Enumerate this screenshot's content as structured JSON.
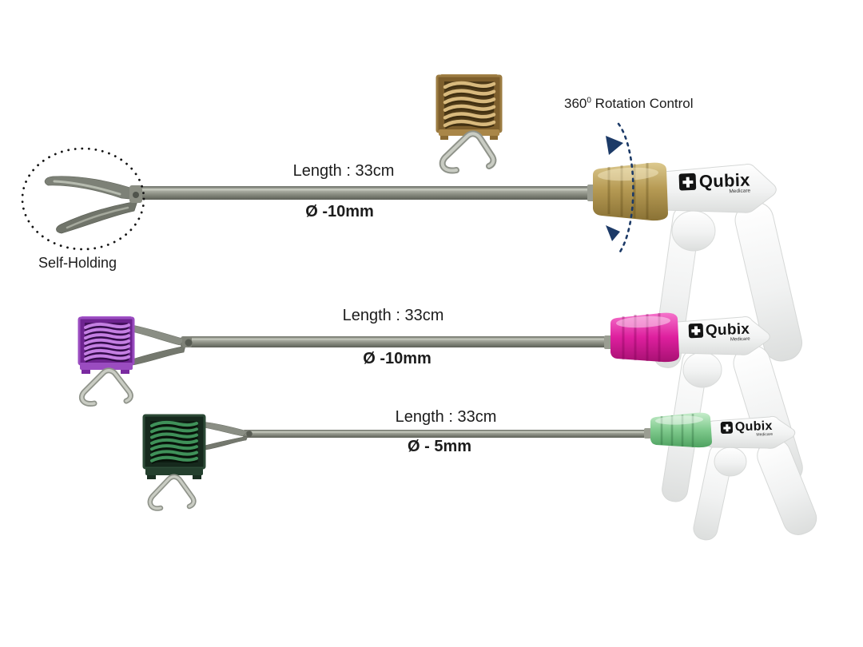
{
  "brand": {
    "name": "Qubix",
    "subtitle": "Medicare"
  },
  "annotations": {
    "rotation_control": {
      "prefix": "360",
      "superscript": "0",
      "suffix": "Rotation Control"
    },
    "self_holding_label": "Self-Holding"
  },
  "instruments": [
    {
      "position": "top",
      "length_label": "Length : 33cm",
      "diameter_label": "Ø -10mm",
      "knob_color": "#b69a54"
    },
    {
      "position": "middle",
      "length_label": "Length : 33cm",
      "diameter_label": "Ø -10mm",
      "knob_color": "#de1f9e"
    },
    {
      "position": "bottom",
      "length_label": "Length : 33cm",
      "diameter_label": "Ø - 5mm",
      "knob_color": "#7fca8d"
    }
  ],
  "cartridges": [
    {
      "position": "top",
      "color": "#b08c4a",
      "clips_visible": 6
    },
    {
      "position": "middle",
      "color": "#8d36b5",
      "clips_visible": 7
    },
    {
      "position": "bottom",
      "color": "#2e7a4a",
      "clips_visible": 7
    }
  ],
  "annotation_color": "#1c3a67"
}
